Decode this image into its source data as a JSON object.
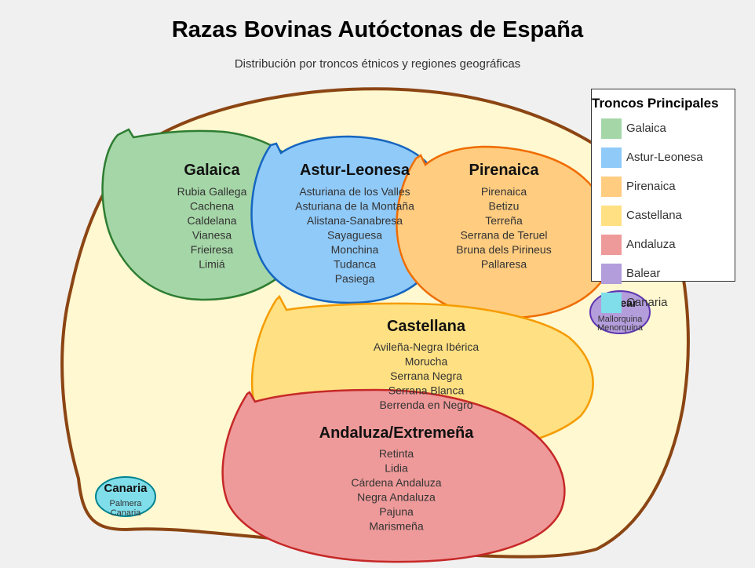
{
  "title": "Razas Bovinas Autóctonas de España",
  "subtitle": "Distribución por troncos étnicos y regiones geográficas",
  "colors": {
    "background": "#f0f0f0",
    "spain": "#fff8d0",
    "spain_stroke": "#8b4513",
    "galaica": "#a5d6a7",
    "galaica_stroke": "#2e7d32",
    "astur": "#90caf9",
    "astur_stroke": "#1565c0",
    "pirenaica": "#ffcc80",
    "pirenaica_stroke": "#ef6c00",
    "castellana": "#ffe082",
    "castellana_stroke": "#f59c00",
    "andaluza": "#ef9a9a",
    "andaluza_stroke": "#c62828",
    "balear": "#b39ddb",
    "balear_stroke": "#5e35b1",
    "canaria": "#80deea",
    "canaria_stroke": "#00838f"
  },
  "groups": {
    "galaica": {
      "name": "Galaica",
      "breeds": [
        "Rubia Gallega",
        "Cachena",
        "Caldelana",
        "Vianesa",
        "Frieiresa",
        "Limiá"
      ]
    },
    "astur": {
      "name": "Astur-Leonesa",
      "breeds": [
        "Asturiana de los Valles",
        "Asturiana de la Montaña",
        "Alistana-Sanabresa",
        "Sayaguesa",
        "Monchina",
        "Tudanca",
        "Pasiega"
      ]
    },
    "pirenaica": {
      "name": "Pirenaica",
      "breeds": [
        "Pirenaica",
        "Betizu",
        "Terreña",
        "Serrana de Teruel",
        "Bruna dels Pirineus",
        "Pallaresa"
      ]
    },
    "castellana": {
      "name": "Castellana",
      "breeds": [
        "Avileña-Negra Ibérica",
        "Morucha",
        "Serrana Negra",
        "Serrana Blanca",
        "Berrenda en Negro"
      ]
    },
    "andaluza": {
      "name": "Andaluza/Extremeña",
      "breeds": [
        "Retinta",
        "Lidia",
        "Cárdena Andaluza",
        "Negra Andaluza",
        "Pajuna",
        "Marismeña"
      ]
    },
    "balear": {
      "name": "Balear",
      "breeds": [
        "Mallorquina",
        "Menorquina"
      ]
    },
    "canaria": {
      "name": "Canaria",
      "breeds": [
        "Palmera",
        "Canaria"
      ]
    }
  },
  "legend": {
    "title": "Troncos Principales",
    "items": [
      {
        "label": "Galaica",
        "color": "#a5d6a7"
      },
      {
        "label": "Astur-Leonesa",
        "color": "#90caf9"
      },
      {
        "label": "Pirenaica",
        "color": "#ffcc80"
      },
      {
        "label": "Castellana",
        "color": "#ffe082"
      },
      {
        "label": "Andaluza",
        "color": "#ef9a9a"
      },
      {
        "label": "Balear",
        "color": "#b39ddb"
      },
      {
        "label": "Canaria",
        "color": "#80deea"
      }
    ]
  }
}
